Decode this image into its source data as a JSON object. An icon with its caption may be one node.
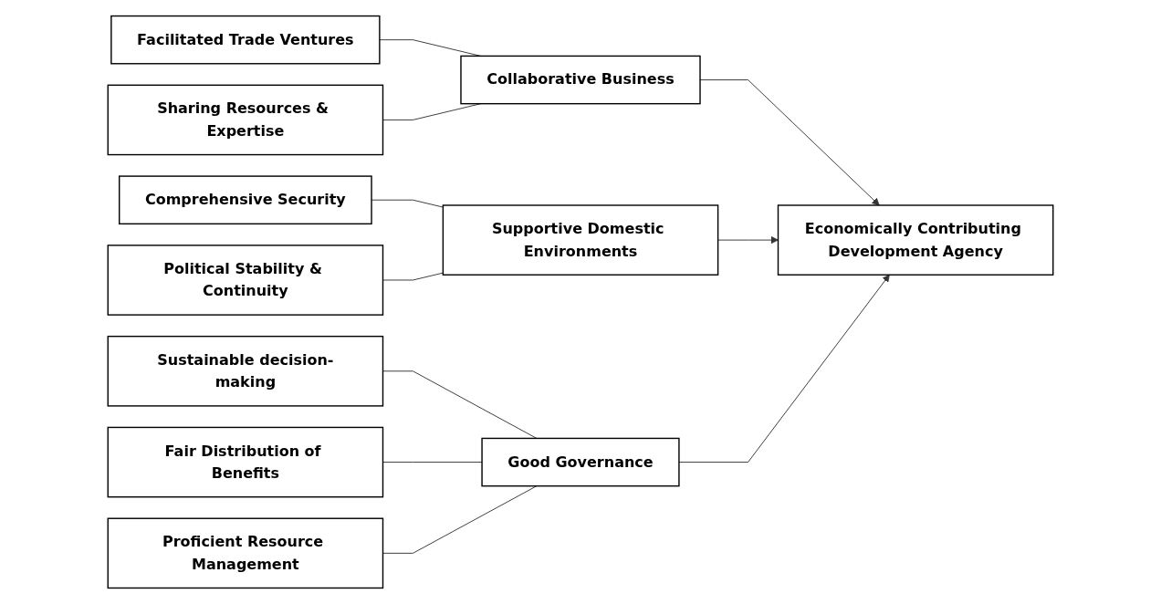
{
  "diagram": {
    "nodes": [
      {
        "text": [
          "Facilitated Trade Ventures"
        ]
      },
      {
        "text": [
          "Sharing Resources & Expertise"
        ]
      },
      {
        "text": [
          "Collaborative Business"
        ]
      },
      {
        "text": [
          "Comprehensive Security"
        ]
      },
      {
        "text": [
          "Political Stability & Continuity"
        ]
      },
      {
        "text": [
          "Supportive Domestic Environments"
        ]
      },
      {
        "text": [
          "Sustainable decision-making"
        ]
      },
      {
        "text": [
          "Fair Distribution of Benefits"
        ]
      },
      {
        "text": [
          "Proficient Resource Management"
        ]
      },
      {
        "text": [
          "Good Governance"
        ]
      },
      {
        "text": [
          "Economically Contributing Development Agency"
        ]
      }
    ],
    "edges": [
      {
        "from": 0,
        "to": 2,
        "arrow": "none"
      },
      {
        "from": 1,
        "to": 2,
        "arrow": "none"
      },
      {
        "from": 3,
        "to": 5,
        "arrow": "none"
      },
      {
        "from": 4,
        "to": 5,
        "arrow": "none"
      },
      {
        "from": 6,
        "to": 9,
        "arrow": "none"
      },
      {
        "from": 7,
        "to": 9,
        "arrow": "none"
      },
      {
        "from": 8,
        "to": 9,
        "arrow": "none"
      },
      {
        "from": 2,
        "to": 10,
        "arrow": "to"
      },
      {
        "from": 5,
        "to": 10,
        "arrow": "to"
      },
      {
        "from": 9,
        "to": 10,
        "arrow": "to"
      }
    ]
  }
}
